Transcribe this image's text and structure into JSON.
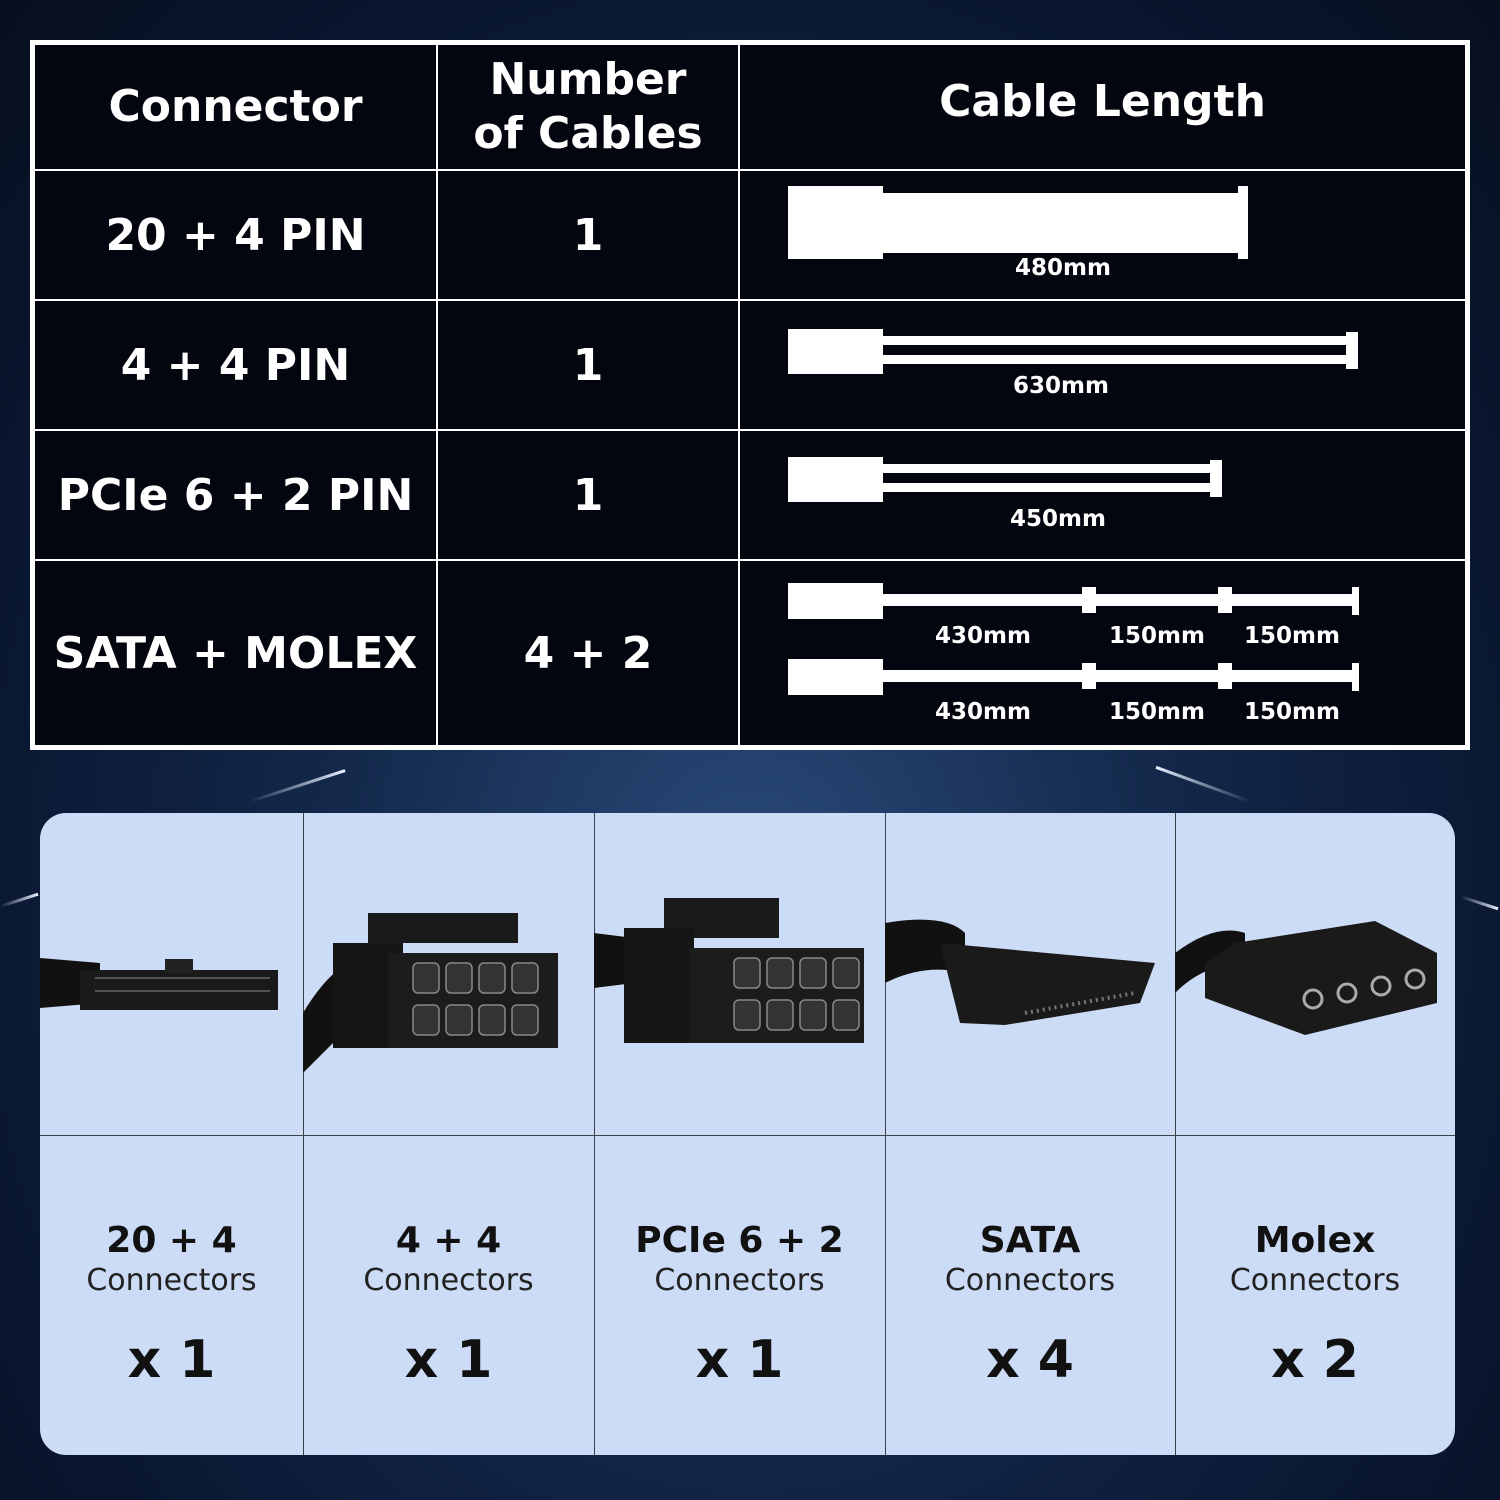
{
  "table": {
    "headers": {
      "connector": "Connector",
      "count": "Number of Cables",
      "length": "Cable Length"
    },
    "rows": [
      {
        "connector": "20 + 4 PIN",
        "count": "1",
        "lengths": [
          "480mm"
        ]
      },
      {
        "connector": "4 + 4 PIN",
        "count": "1",
        "lengths": [
          "630mm"
        ]
      },
      {
        "connector": "PCIe 6 + 2 PIN",
        "count": "1",
        "lengths": [
          "450mm"
        ]
      },
      {
        "connector": "SATA + MOLEX",
        "count": "4 + 2",
        "lengths": [
          "430mm",
          "150mm",
          "150mm",
          "430mm",
          "150mm",
          "150mm"
        ]
      }
    ]
  },
  "connectors": [
    {
      "title": "20 + 4",
      "subtitle": "Connectors",
      "qty": "x 1",
      "icon": "atx-24pin-connector-icon"
    },
    {
      "title": "4 + 4",
      "subtitle": "Connectors",
      "qty": "x 1",
      "icon": "cpu-8pin-connector-icon"
    },
    {
      "title": "PCIe 6 + 2",
      "subtitle": "Connectors",
      "qty": "x 1",
      "icon": "pcie-8pin-connector-icon"
    },
    {
      "title": "SATA",
      "subtitle": "Connectors",
      "qty": "x 4",
      "icon": "sata-connector-icon"
    },
    {
      "title": "Molex",
      "subtitle": "Connectors",
      "qty": "x 2",
      "icon": "molex-connector-icon"
    }
  ],
  "colors": {
    "panel": "#cddcf6",
    "table_bg": "#03060f",
    "border": "#ffffff"
  }
}
